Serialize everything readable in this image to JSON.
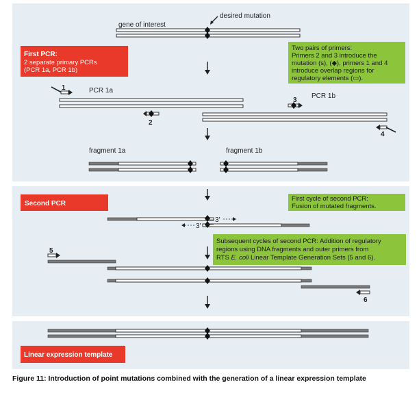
{
  "labels": {
    "gene_of_interest": "gene of interest",
    "desired_mutation": "desired mutation",
    "pcr_1a": "PCR 1a",
    "pcr_1b": "PCR 1b",
    "fragment_1a": "fragment 1a",
    "fragment_1b": "fragment 1b",
    "three_prime_left": "3'",
    "three_prime_right": "3'"
  },
  "primers": {
    "p1": "1",
    "p2": "2",
    "p3": "3",
    "p4": "4",
    "p5": "5",
    "p6": "6"
  },
  "boxes": {
    "first_pcr": {
      "title": "First PCR:",
      "line1": "2 separate primary PCRs",
      "line2": "(PCR 1a, PCR 1b)"
    },
    "primers_note": {
      "line1": "Two pairs of primers:",
      "line2": "Primers 2 and 3 introduce the",
      "line3": "mutation (s), (◆), primers 1 and 4",
      "line4": "introduce overlap regions for",
      "line5": "regulatory elements (▭)."
    },
    "second_pcr": {
      "title": "Second PCR"
    },
    "first_cycle": {
      "line1": "First cycle of second PCR:",
      "line2": "Fusion of mutated fragments."
    },
    "subsequent": {
      "line1": "Subsequent cycles of second PCR: Addition of regulatory",
      "line2": "regions using DNA fragments and outer primers from",
      "line3_prefix": "RTS ",
      "line3_italic": "E. coli",
      "line3_suffix": " Linear Template Generation Sets (5 and 6)."
    },
    "linear_template": {
      "title": "Linear expression template"
    }
  },
  "caption": "Figure 11: Introduction of point mutations combined with the generation of a linear expression template",
  "colors": {
    "panel": "#e6eef4",
    "red": "#e8392b",
    "green": "#8cc43c",
    "strand_dark": "#7a7a7a"
  }
}
